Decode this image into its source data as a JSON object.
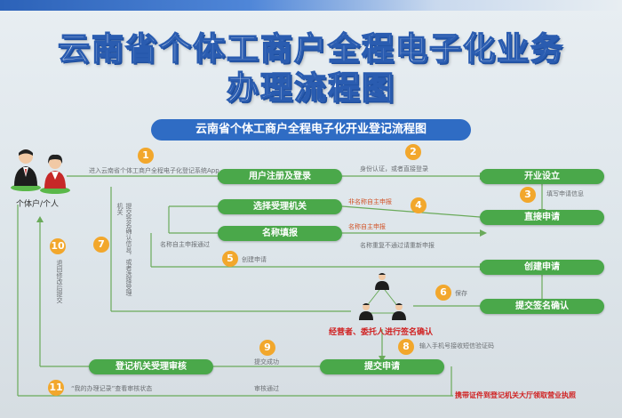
{
  "poster": {
    "title_line1": "云南省个体工商户全程电子化业务",
    "title_line2": "办理流程图",
    "subtitle": "云南省个体工商户全程电子化开业登记流程图"
  },
  "actors": {
    "label": "个体户/个人",
    "signers_caption": "经营者、委托人进行签名确认"
  },
  "boxes": {
    "register_login": "用户注册及登录",
    "open_business": "开业设立",
    "choose_authority": "选择受理机关",
    "name_declare": "名称填报",
    "direct_apply": "直接申请",
    "create_apply": "创建申请",
    "submit_sign": "提交签名确认",
    "submit_apply": "提交申请",
    "authority_review": "登记机关受理审核",
    "bring_docs": "携带证件到登记机关大厅领取营业执照"
  },
  "steps": [
    "1",
    "2",
    "3",
    "4",
    "5",
    "6",
    "7",
    "8",
    "9",
    "10",
    "11"
  ],
  "notes": {
    "n1": "进入云南省个体工商户全程电子化登记系统App",
    "n2": "身份认证，或者直接登录",
    "n3": "填写申请信息",
    "n4a": "非名称自主申报",
    "n4b": "名称自主申报",
    "n5": "名称自主申报通过",
    "n5b": "名称重复不通过请重新申报",
    "n6": "创建申请",
    "n6b": "保存",
    "n7": "提交签名确认信息，或者选择受理机关",
    "n8": "输入手机号接收短信验证码",
    "n9": "提交成功",
    "n10": "退回修改后提交",
    "n11": "“我的办理记录”查看审核状态",
    "n12": "审核通过"
  }
}
